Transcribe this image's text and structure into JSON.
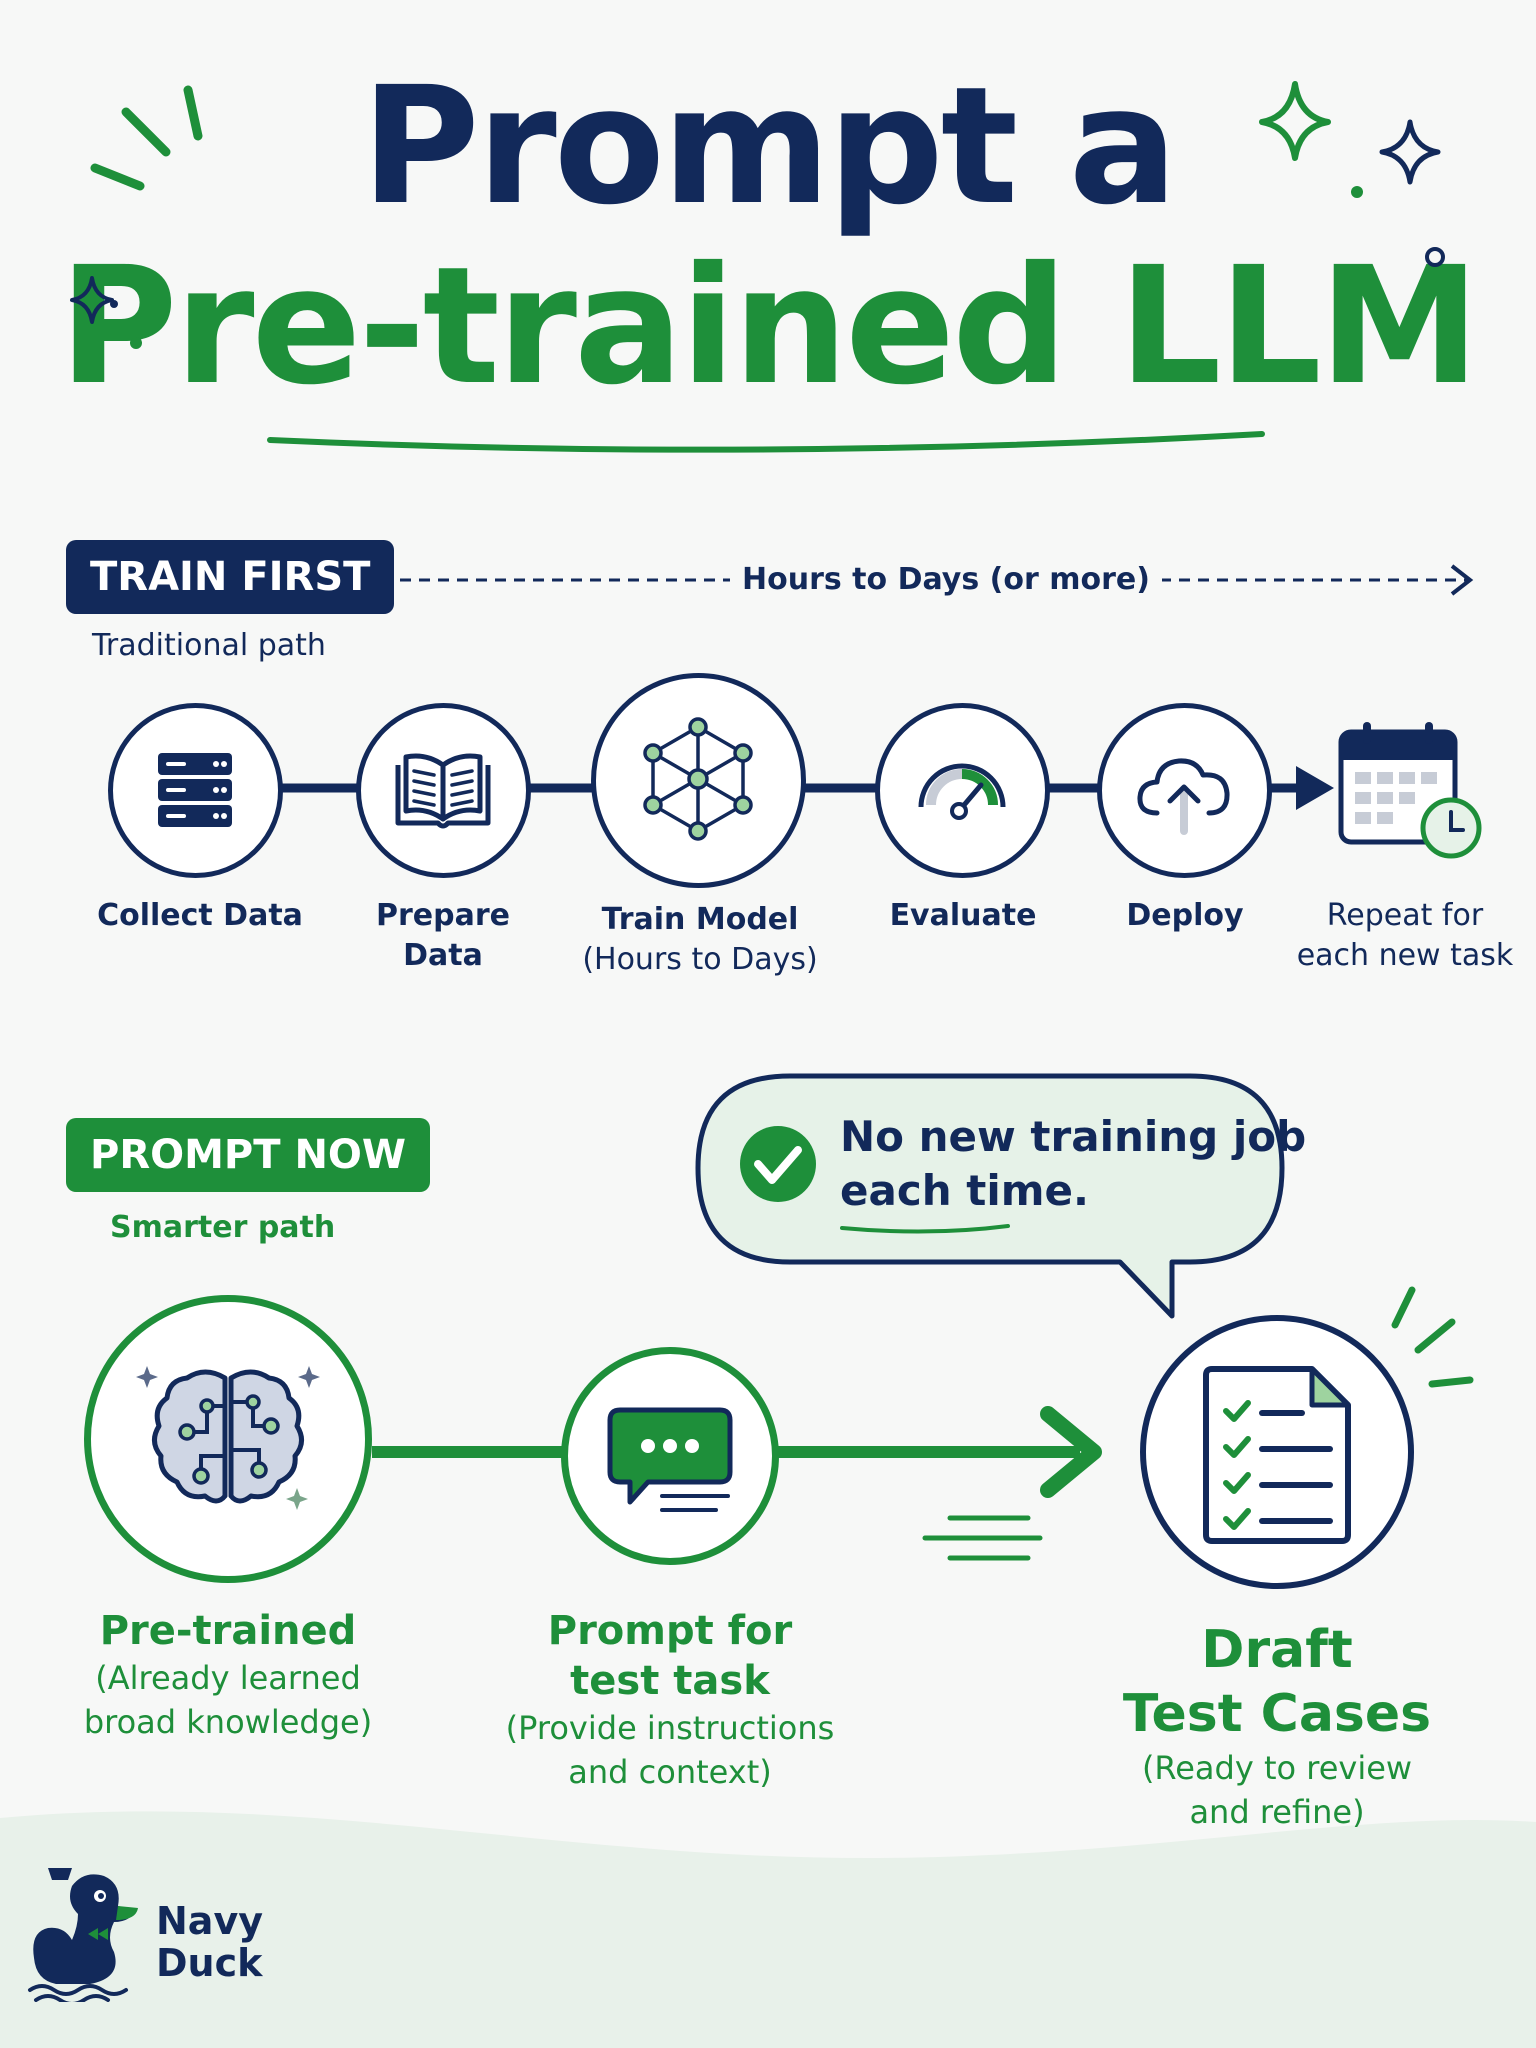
{
  "title": {
    "line1": "Prompt a",
    "line2": "Pre-trained LLM"
  },
  "train_first": {
    "badge": "TRAIN FIRST",
    "subtitle": "Traditional path",
    "duration": "Hours to Days (or more)",
    "steps": [
      {
        "label": "Collect Data",
        "icon": "server-icon"
      },
      {
        "label": "Prepare Data",
        "icon": "book-icon"
      },
      {
        "label": "Train Model",
        "note": "(Hours to Days)",
        "icon": "network-icon"
      },
      {
        "label": "Evaluate",
        "icon": "gauge-icon"
      },
      {
        "label": "Deploy",
        "icon": "cloud-upload-icon"
      },
      {
        "label_1": "Repeat for",
        "label_2": "each new task",
        "icon": "calendar-clock-icon"
      }
    ]
  },
  "prompt_now": {
    "badge": "PROMPT NOW",
    "subtitle": "Smarter path",
    "callout": {
      "line1": "No new training job",
      "line2": "each time."
    },
    "steps": [
      {
        "title": "Pre-trained",
        "desc_1": "(Already learned",
        "desc_2": "broad knowledge)",
        "icon": "brain-icon"
      },
      {
        "title_1": "Prompt for",
        "title_2": "test task",
        "desc_1": "(Provide instructions",
        "desc_2": "and context)",
        "icon": "chat-icon"
      },
      {
        "title_1": "Draft",
        "title_2": "Test Cases",
        "desc_1": "(Ready to review",
        "desc_2": "and refine)",
        "icon": "checklist-document-icon"
      }
    ]
  },
  "logo": {
    "line1": "Navy",
    "line2": "Duck"
  },
  "colors": {
    "navy": "#12295a",
    "green": "#1e8f3a",
    "light_green": "#e6f2e8",
    "background": "#f7f8f7"
  }
}
